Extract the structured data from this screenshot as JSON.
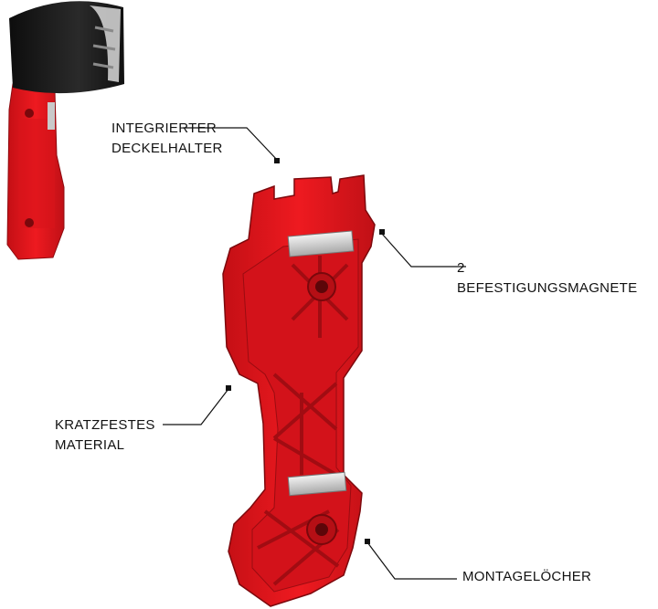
{
  "callouts": {
    "lid_holder": {
      "line1": "INTEGRIERTER",
      "line2": "DECKELHALTER"
    },
    "magnets": {
      "line1": "2",
      "line2": "BEFESTIGUNGSMAGNETE"
    },
    "material": {
      "line1": "KRATZFESTES",
      "line2": "MATERIAL"
    },
    "mounting": {
      "line1": "MONTAGELÖCHER"
    }
  },
  "colors": {
    "holder_red": "#e8141b",
    "holder_dark_red": "#a80d12",
    "cap_black": "#1a1a1a",
    "magnet_silver": "#d9d9d9",
    "text": "#111111"
  }
}
